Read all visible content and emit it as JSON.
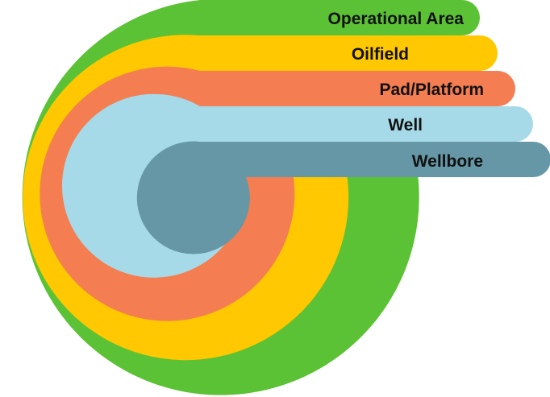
{
  "diagram": {
    "levels": [
      {
        "label": "Operational Area",
        "color": "#5CC235"
      },
      {
        "label": "Oilfield",
        "color": "#FFC800"
      },
      {
        "label": "Pad/Platform",
        "color": "#F47D52"
      },
      {
        "label": "Well",
        "color": "#A6DAE8"
      },
      {
        "label": "Wellbore",
        "color": "#6597A6"
      }
    ]
  }
}
